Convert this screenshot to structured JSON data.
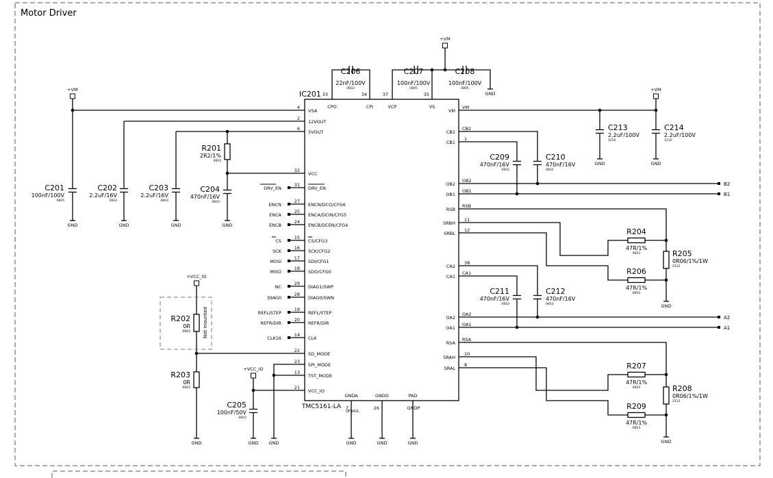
{
  "title": "Motor Driver",
  "ic": {
    "ref": "IC201",
    "part": "TMC5161-LA",
    "package": "QFN42L",
    "left_pins": [
      {
        "num": "4",
        "name": "VSA"
      },
      {
        "num": "2",
        "name": "12VOUT"
      },
      {
        "num": "6",
        "name": "5VOUT"
      },
      {
        "num": "32",
        "name": "VCC"
      },
      {
        "num": "31",
        "name": "DRV_EN",
        "net": "DRV_EN"
      },
      {
        "num": "27",
        "name": "ENCN/DCO/CFG6",
        "net": "ENCN"
      },
      {
        "num": "25",
        "name": "ENCA/DCIN/CFG5",
        "net": "ENCA"
      },
      {
        "num": "24",
        "name": "ENCB/DCEN/CFG4",
        "net": "ENCB"
      },
      {
        "num": "15",
        "name": "CS/CFG3",
        "net": "CS"
      },
      {
        "num": "16",
        "name": "SCK/CFG2",
        "net": "SCK"
      },
      {
        "num": "17",
        "name": "SDI/CFG1",
        "net": "MOSI"
      },
      {
        "num": "18",
        "name": "SDO/CFG0",
        "net": "MISO"
      },
      {
        "num": "29",
        "name": "DIAG1/SWP",
        "net": "NC"
      },
      {
        "num": "28",
        "name": "DIAG0/SWN",
        "net": "DIAG0"
      },
      {
        "num": "19",
        "name": "REFL/STEP",
        "net": "REFL/STEP"
      },
      {
        "num": "20",
        "name": "REFR/DIR",
        "net": "REFR/DIR"
      },
      {
        "num": "14",
        "name": "CLK",
        "net": "CLK16"
      },
      {
        "num": "22",
        "name": "SD_MODE"
      },
      {
        "num": "23",
        "name": "SPI_MODE"
      },
      {
        "num": "13",
        "name": "TST_MODE"
      },
      {
        "num": "21",
        "name": "VCC_IO"
      }
    ],
    "top_pins": [
      {
        "num": "33",
        "name": "CPO"
      },
      {
        "num": "34",
        "name": "CPI"
      },
      {
        "num": "37",
        "name": "VCP"
      },
      {
        "num": "35",
        "name": "VS"
      }
    ],
    "right_pins": [
      {
        "num": "",
        "inner": "VM",
        "outer": "VM"
      },
      {
        "num": "",
        "inner": "CB2",
        "outer": "CB2"
      },
      {
        "num": "1",
        "inner": "CB1",
        "outer": ""
      },
      {
        "num": "",
        "inner": "OB2",
        "outer": "OB2"
      },
      {
        "num": "",
        "inner": "OB1",
        "outer": "OB1"
      },
      {
        "num": "",
        "inner": "RSB",
        "outer": "RSB"
      },
      {
        "num": "11",
        "inner": "SRBH",
        "outer": ""
      },
      {
        "num": "12",
        "inner": "SRBL",
        "outer": ""
      },
      {
        "num": "38",
        "inner": "CA2",
        "outer": ""
      },
      {
        "num": "",
        "inner": "CA1",
        "outer": "CA1"
      },
      {
        "num": "",
        "inner": "OA2",
        "outer": "OA2"
      },
      {
        "num": "",
        "inner": "OA1",
        "outer": "OA1"
      },
      {
        "num": "",
        "inner": "RSA",
        "outer": "RSA"
      },
      {
        "num": "10",
        "inner": "SRAH",
        "outer": ""
      },
      {
        "num": "8",
        "inner": "SRAL",
        "outer": ""
      }
    ],
    "bottom_pins": [
      {
        "num": "7",
        "name": "GNDA"
      },
      {
        "num": "26",
        "name": "GNDD"
      },
      {
        "num": "",
        "name": "PAD",
        "outer": "GNDP"
      }
    ]
  },
  "caps": [
    {
      "ref": "C201",
      "value": "100nF/100V",
      "pkg": "0805"
    },
    {
      "ref": "C202",
      "value": "2.2uF/16V",
      "pkg": "0603"
    },
    {
      "ref": "C203",
      "value": "2.2uF/16V",
      "pkg": "0603"
    },
    {
      "ref": "C204",
      "value": "470nF/16V",
      "pkg": "0603"
    },
    {
      "ref": "C205",
      "value": "100nF/50V",
      "pkg": "0603"
    },
    {
      "ref": "C206",
      "value": "22nF/100V",
      "pkg": "0603"
    },
    {
      "ref": "C207",
      "value": "100nF/100V",
      "pkg": "0805"
    },
    {
      "ref": "C208",
      "value": "100nF/100V",
      "pkg": "0805"
    },
    {
      "ref": "C209",
      "value": "470nF/16V",
      "pkg": "0603"
    },
    {
      "ref": "C210",
      "value": "470nF/16V",
      "pkg": "0603"
    },
    {
      "ref": "C211",
      "value": "470nF/16V",
      "pkg": "0603"
    },
    {
      "ref": "C212",
      "value": "470nF/16V",
      "pkg": "0603"
    },
    {
      "ref": "C213",
      "value": "2.2uF/100V",
      "pkg": "1210"
    },
    {
      "ref": "C214",
      "value": "2.2uF/100V",
      "pkg": "1210"
    }
  ],
  "resistors": [
    {
      "ref": "R201",
      "value": "2R2/1%",
      "pkg": "0603"
    },
    {
      "ref": "R202",
      "value": "0R",
      "pkg": "0603",
      "note": "Not mounted"
    },
    {
      "ref": "R203",
      "value": "0R",
      "pkg": "0603"
    },
    {
      "ref": "R204",
      "value": "47R/1%",
      "pkg": "0603"
    },
    {
      "ref": "R205",
      "value": "0R06/1%/1W",
      "pkg": "2512"
    },
    {
      "ref": "R206",
      "value": "47R/1%",
      "pkg": "0603"
    },
    {
      "ref": "R207",
      "value": "47R/1%",
      "pkg": "0603"
    },
    {
      "ref": "R208",
      "value": "0R06/1%/1W",
      "pkg": "2512"
    },
    {
      "ref": "R209",
      "value": "47R/1%",
      "pkg": "0603"
    }
  ],
  "power": {
    "vm": "+VM",
    "vcc_io": "+VCC_IO",
    "gnd": "GND"
  },
  "outputs": {
    "b2": "B2",
    "b1": "B1",
    "a2": "A2",
    "a1": "A1"
  }
}
